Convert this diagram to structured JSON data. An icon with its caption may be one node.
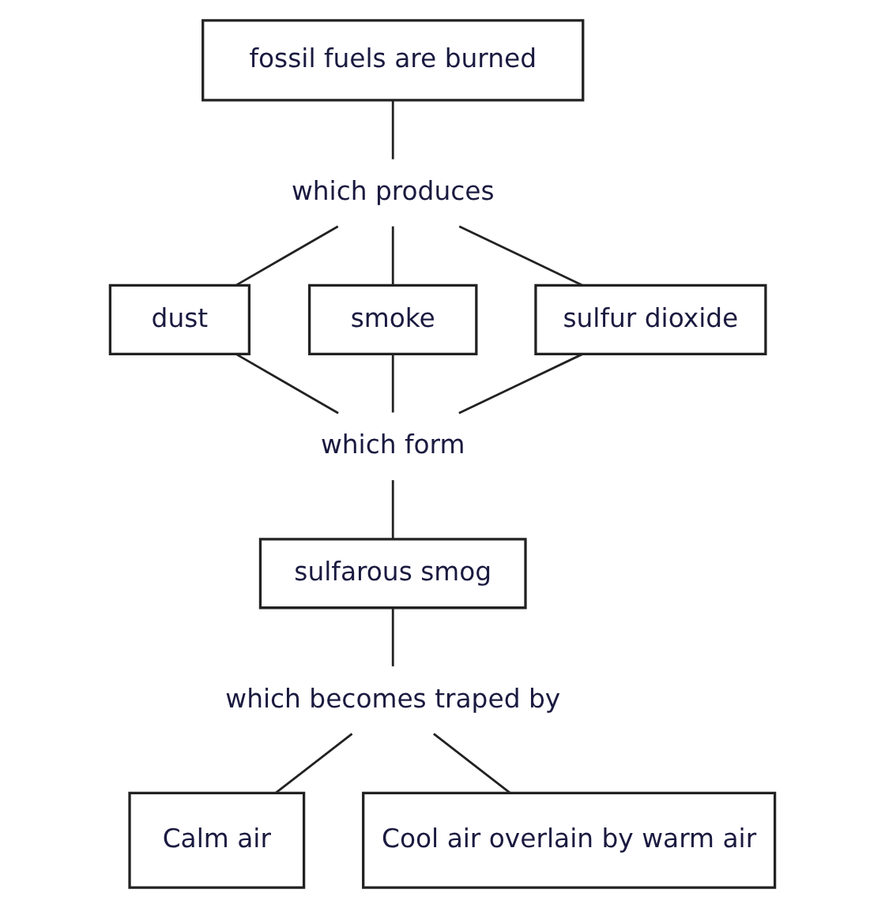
{
  "diagram": {
    "nodes": [
      {
        "text": [
          "fossil fuels are burned"
        ]
      },
      {
        "text": [
          "which produces"
        ]
      },
      {
        "text": [
          "dust"
        ]
      },
      {
        "text": [
          "smoke"
        ]
      },
      {
        "text": [
          "sulfur dioxide"
        ]
      },
      {
        "text": [
          "which form"
        ]
      },
      {
        "text": [
          "sulfarous smog"
        ]
      },
      {
        "text": [
          "which becomes traped by"
        ]
      },
      {
        "text": [
          "Calm air"
        ]
      },
      {
        "text": [
          "Cool air overlain by warm air"
        ]
      }
    ],
    "edges": [
      {
        "from": 0,
        "to": 1,
        "arrow": "none"
      },
      {
        "from": 1,
        "to": 2,
        "arrow": "none"
      },
      {
        "from": 1,
        "to": 3,
        "arrow": "none"
      },
      {
        "from": 1,
        "to": 4,
        "arrow": "none"
      },
      {
        "from": 2,
        "to": 5,
        "arrow": "none"
      },
      {
        "from": 3,
        "to": 5,
        "arrow": "none"
      },
      {
        "from": 4,
        "to": 5,
        "arrow": "none"
      },
      {
        "from": 5,
        "to": 6,
        "arrow": "none"
      },
      {
        "from": 6,
        "to": 7,
        "arrow": "none"
      },
      {
        "from": 7,
        "to": 8,
        "arrow": "none"
      },
      {
        "from": 7,
        "to": 9,
        "arrow": "none"
      }
    ]
  }
}
